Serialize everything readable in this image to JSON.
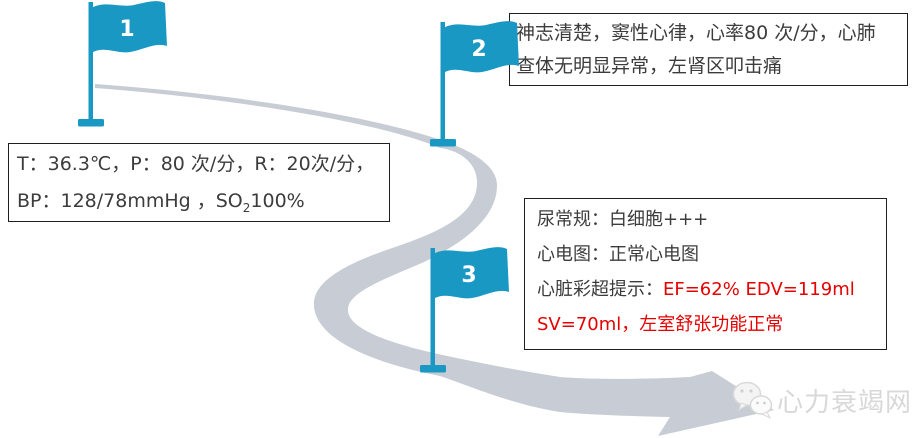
{
  "palette": {
    "flag_teal": "#1a98c4",
    "swoosh_gray": "#c8cdd5",
    "box_border": "#1f1f1f",
    "body_text": "#3c3c3c",
    "highlight_red": "#e60000",
    "watermark_gray": "#d8d8d8"
  },
  "timeline": {
    "flags": [
      {
        "number": "1"
      },
      {
        "number": "2"
      },
      {
        "number": "3"
      }
    ]
  },
  "boxes": {
    "vitals": {
      "line1": "T：36.3℃，P：80 次/分，R：20次/分，",
      "line2_prefix": "BP：128/78mmHg ，SO",
      "line2_sub": "2",
      "line2_suffix": "100%"
    },
    "exam": {
      "line1": "神志清楚，窦性心律，心率80 次/分，心肺",
      "line2": "查体无明显异常，左肾区叩击痛"
    },
    "tests": {
      "line1": "尿常规：白细胞+++",
      "line2": "心电图：正常心电图",
      "line3_label": "心脏彩超提示：",
      "line3_value": "EF=62% EDV=119ml",
      "line4": "SV=70ml，左室舒张功能正常"
    }
  },
  "watermark": {
    "label": "心力衰竭网",
    "icon": "wechat-chat-bubbles"
  }
}
